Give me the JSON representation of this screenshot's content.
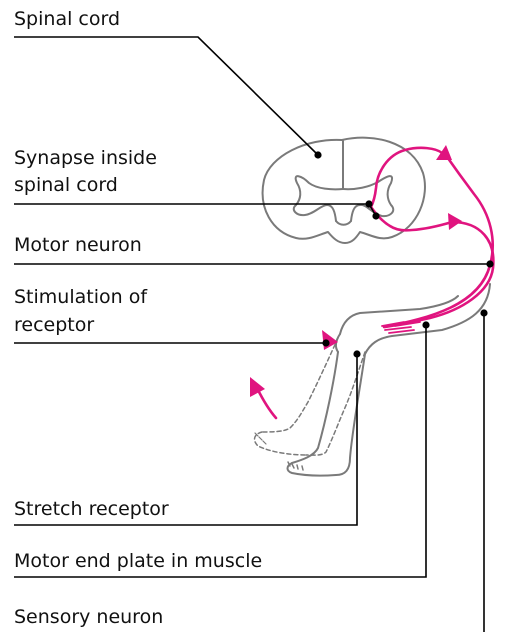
{
  "labels": {
    "spinal_cord": "Spinal cord",
    "synapse_line1": "Synapse inside",
    "synapse_line2": "spinal cord",
    "motor_neuron": "Motor neuron",
    "stimulation_line1": "Stimulation of",
    "stimulation_line2": "receptor",
    "stretch_receptor": "Stretch receptor",
    "motor_end_plate": "Motor end plate in muscle",
    "sensory_neuron": "Sensory neuron"
  },
  "colors": {
    "neuron_pathway": "#e0147f",
    "anatomy_outline": "#7a7a7a",
    "leader_line": "#000000",
    "text": "#111111"
  }
}
